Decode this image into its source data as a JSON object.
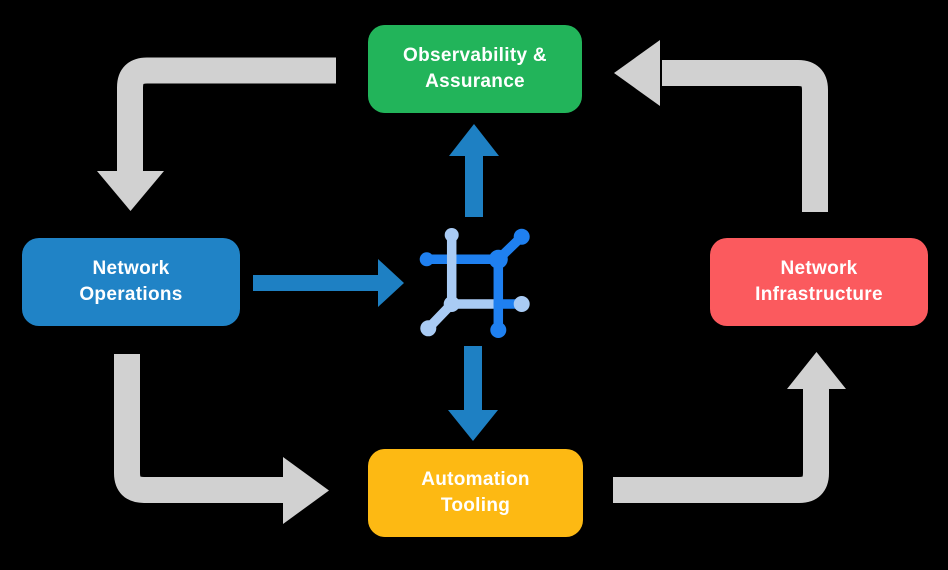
{
  "title": "Network automation platform cycle diagram",
  "colors": {
    "background": "#000000",
    "observability_green": "#22B45A",
    "operations_blue": "#2083C6",
    "infrastructure_red": "#FB5A5E",
    "automation_yellow": "#FDB913",
    "cycle_arrow_gray": "#D1D1D1",
    "flow_arrow_blue": "#1E80C3",
    "icon_dark_blue": "#1F80F0",
    "icon_light_blue": "#A9CBF4",
    "label_text": "#FFFFFF"
  },
  "nodes": {
    "observability": {
      "line1": "Observability &",
      "line2": "Assurance"
    },
    "operations": {
      "line1": "Network",
      "line2": "Operations"
    },
    "infrastructure": {
      "line1": "Network",
      "line2": "Infrastructure"
    },
    "automation": {
      "line1": "Automation",
      "line2": "Tooling"
    }
  },
  "center_icon": {
    "name": "network-platform-icon"
  },
  "connections": {
    "cycle_gray": [
      {
        "from": "observability",
        "to": "operations"
      },
      {
        "from": "operations",
        "to": "automation"
      },
      {
        "from": "automation",
        "to": "infrastructure"
      },
      {
        "from": "infrastructure",
        "to": "observability"
      }
    ],
    "flow_blue": [
      {
        "from": "operations",
        "to": "center-icon"
      },
      {
        "from": "center-icon",
        "to": "observability"
      },
      {
        "from": "center-icon",
        "to": "automation"
      }
    ]
  }
}
